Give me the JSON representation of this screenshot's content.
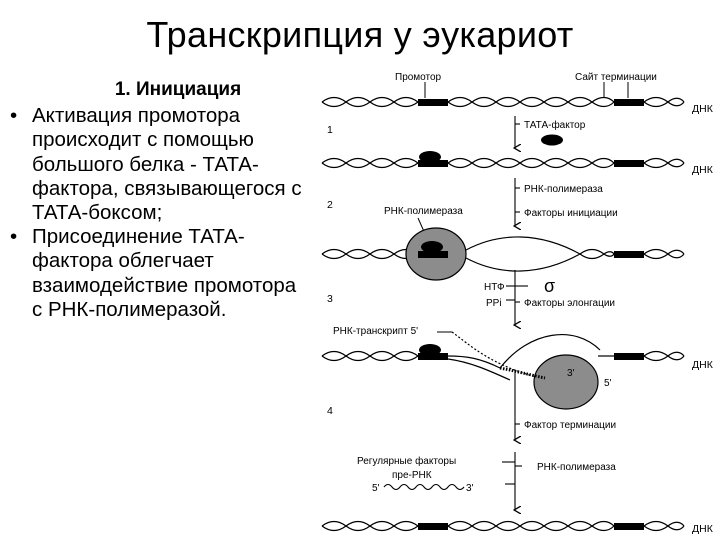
{
  "slide": {
    "title": "Транскрипция у эукариот",
    "subheading": "1. Инициация",
    "bullets": [
      {
        "marker": "•",
        "text": "Активация промотора происходит с помощью большого белка - ТАТА-фактора, связывающегося с ТАТА-боксом;"
      },
      {
        "marker": "•",
        "text": "Присоединение ТАТА-фактора облегчает взаимодействие промотора с РНК-полимеразой."
      }
    ]
  },
  "diagram": {
    "labels": {
      "promoter": "Промотор",
      "termination_site": "Сайт терминации",
      "dna": "ДНК",
      "tata_factor": "ТАТА-фактор",
      "rna_polymerase": "РНК-полимераза",
      "initiation_factors": "Факторы инициации",
      "rna_polymerase_left": "РНК-полимераза",
      "ntp": "НТФ",
      "ppi": "PPi",
      "sigma": "σ",
      "elongation_factors": "Факторы элонгации",
      "rna_transcript": "РНК-транскрипт 5'",
      "three_prime": "3'",
      "five_prime": "5'",
      "termination_factor": "Фактор терминации",
      "regulatory_factors": "Регулярные факторы",
      "pre_rna": "пре-РНК",
      "rna_polymerase_bottom": "РНК-полимераза",
      "pre_rna_5": "5'",
      "pre_rna_3": "3'"
    },
    "steps": [
      "1",
      "2",
      "3",
      "4"
    ]
  }
}
